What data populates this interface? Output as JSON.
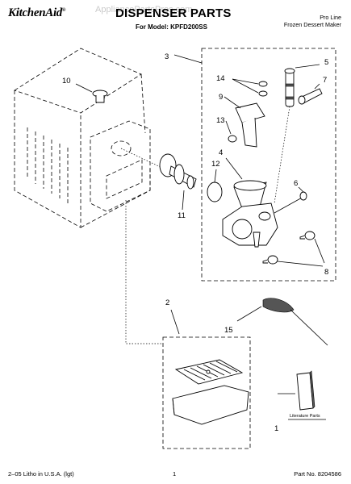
{
  "header": {
    "brand": "KitchenAid",
    "brand_mark": "®",
    "title": "DISPENSER PARTS",
    "model_line": "For Model: KPFD200SS",
    "product_line1": "Pro Line",
    "product_line2": "Frozen Dessert Maker",
    "watermark": "AppliancePartsPros.com"
  },
  "callouts": {
    "c1": "1",
    "c2": "2",
    "c3": "3",
    "c4": "4",
    "c5": "5",
    "c6": "6",
    "c7": "7",
    "c8": "8",
    "c9": "9",
    "c10": "10",
    "c11": "11",
    "c12": "12",
    "c13": "13",
    "c14": "14",
    "c15": "15"
  },
  "literature_label": "Literature Parts",
  "footer": {
    "left": "2–05 Litho in U.S.A. (lgt)",
    "page": "1",
    "part_no": "Part No. 8204586"
  }
}
